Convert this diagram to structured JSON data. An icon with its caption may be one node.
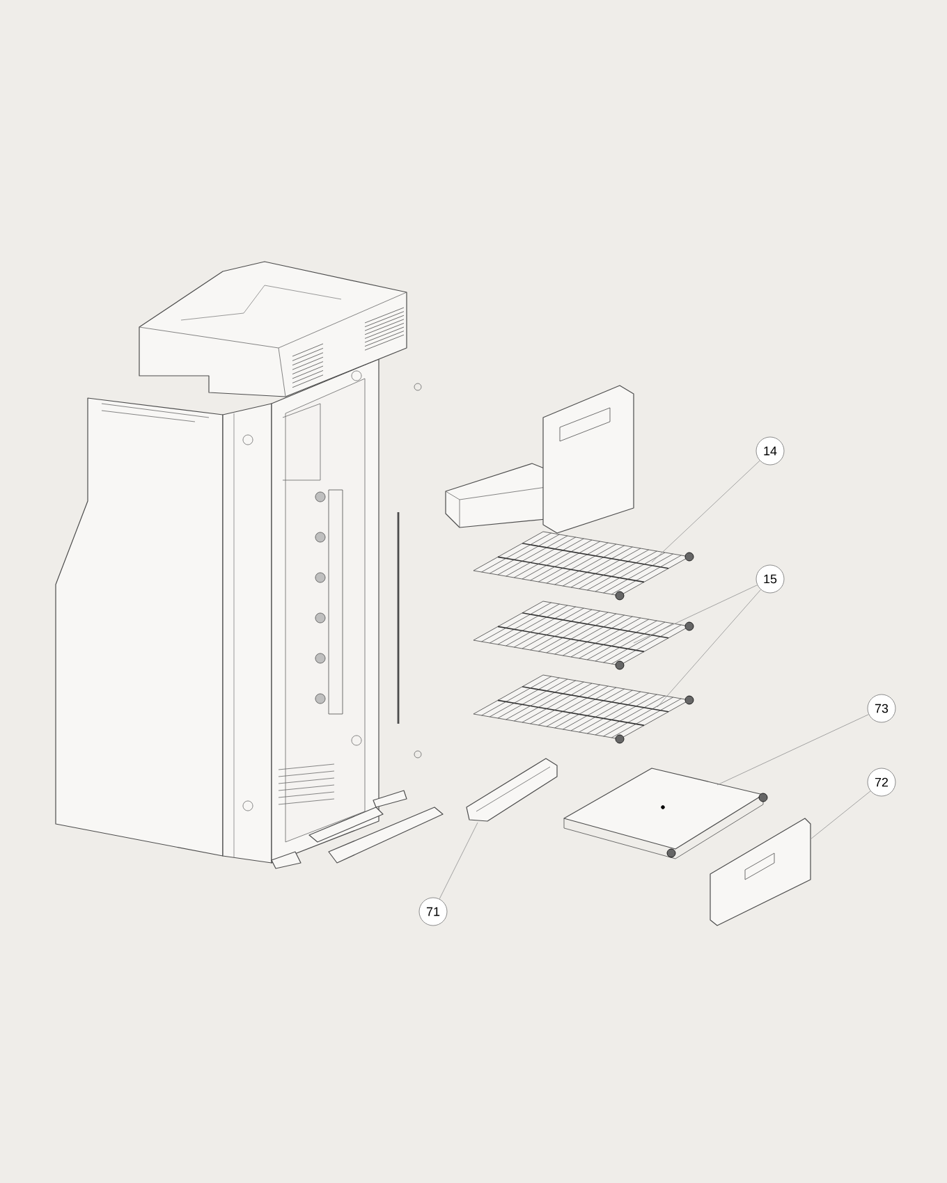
{
  "diagram": {
    "nodes": [
      {
        "text": [
          "14"
        ]
      },
      {
        "text": [
          "15"
        ]
      },
      {
        "text": [
          "73"
        ]
      },
      {
        "text": [
          "72"
        ]
      },
      {
        "text": [
          "71"
        ]
      },
      {
        "text": [],
        "shape": "picture"
      },
      {
        "text": [],
        "shape": "picture"
      },
      {
        "text": [],
        "shape": "picture"
      },
      {
        "text": [],
        "shape": "picture"
      },
      {
        "text": [],
        "shape": "picture"
      },
      {
        "text": [],
        "shape": "picture"
      }
    ],
    "edges": [
      {
        "from": 0,
        "to": 5,
        "arrow": "none"
      },
      {
        "from": 1,
        "to": 6,
        "arrow": "none"
      },
      {
        "from": 1,
        "to": 7,
        "arrow": "none"
      },
      {
        "from": 2,
        "to": 8,
        "arrow": "none"
      },
      {
        "from": 3,
        "to": 9,
        "arrow": "none"
      },
      {
        "from": 4,
        "to": 10,
        "arrow": "none"
      }
    ]
  }
}
